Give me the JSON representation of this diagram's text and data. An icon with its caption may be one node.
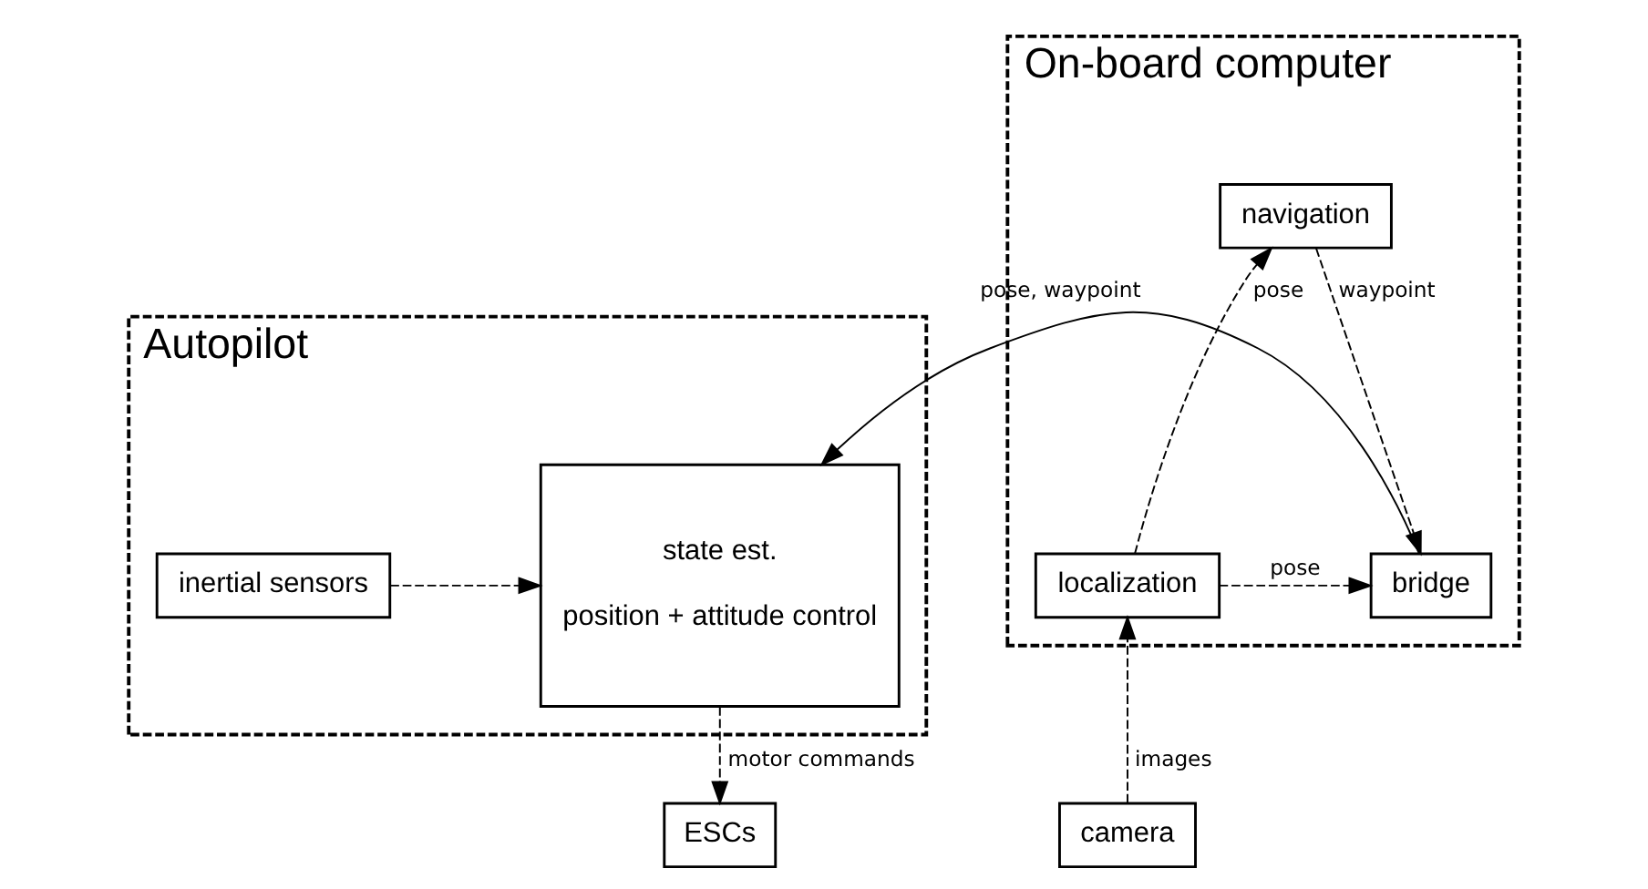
{
  "diagram": {
    "nodes": [
      {
        "text": [
          "Autopilot"
        ]
      },
      {
        "text": [
          "inertial sensors"
        ],
        "in": 0
      },
      {
        "text": [
          "state est.",
          "position + attitude control"
        ],
        "in": 0
      },
      {
        "text": [
          "On-board computer"
        ]
      },
      {
        "text": [
          "bridge"
        ],
        "in": 3
      },
      {
        "text": [
          "navigation"
        ],
        "in": 3
      },
      {
        "text": [
          "localization"
        ],
        "in": 3
      },
      {
        "text": [
          "ESCs"
        ]
      },
      {
        "text": [
          "camera"
        ]
      }
    ],
    "edges": [
      {
        "from": 1,
        "to": 2,
        "arrow": "to",
        "style": "dashed"
      },
      {
        "from": 4,
        "to": 2,
        "arrow": "to",
        "label": "pose, waypoint"
      },
      {
        "from": 5,
        "to": 4,
        "arrow": "to",
        "label": "waypoint",
        "style": "dashed"
      },
      {
        "from": 6,
        "to": 4,
        "arrow": "to",
        "label": "pose",
        "style": "dashed"
      },
      {
        "from": 6,
        "to": 5,
        "arrow": "to",
        "label": "pose",
        "style": "dashed"
      },
      {
        "from": 2,
        "to": 7,
        "arrow": "to",
        "label": "motor commands",
        "style": "dashed"
      },
      {
        "from": 8,
        "to": 6,
        "arrow": "to",
        "label": "images",
        "style": "dashed"
      }
    ]
  }
}
